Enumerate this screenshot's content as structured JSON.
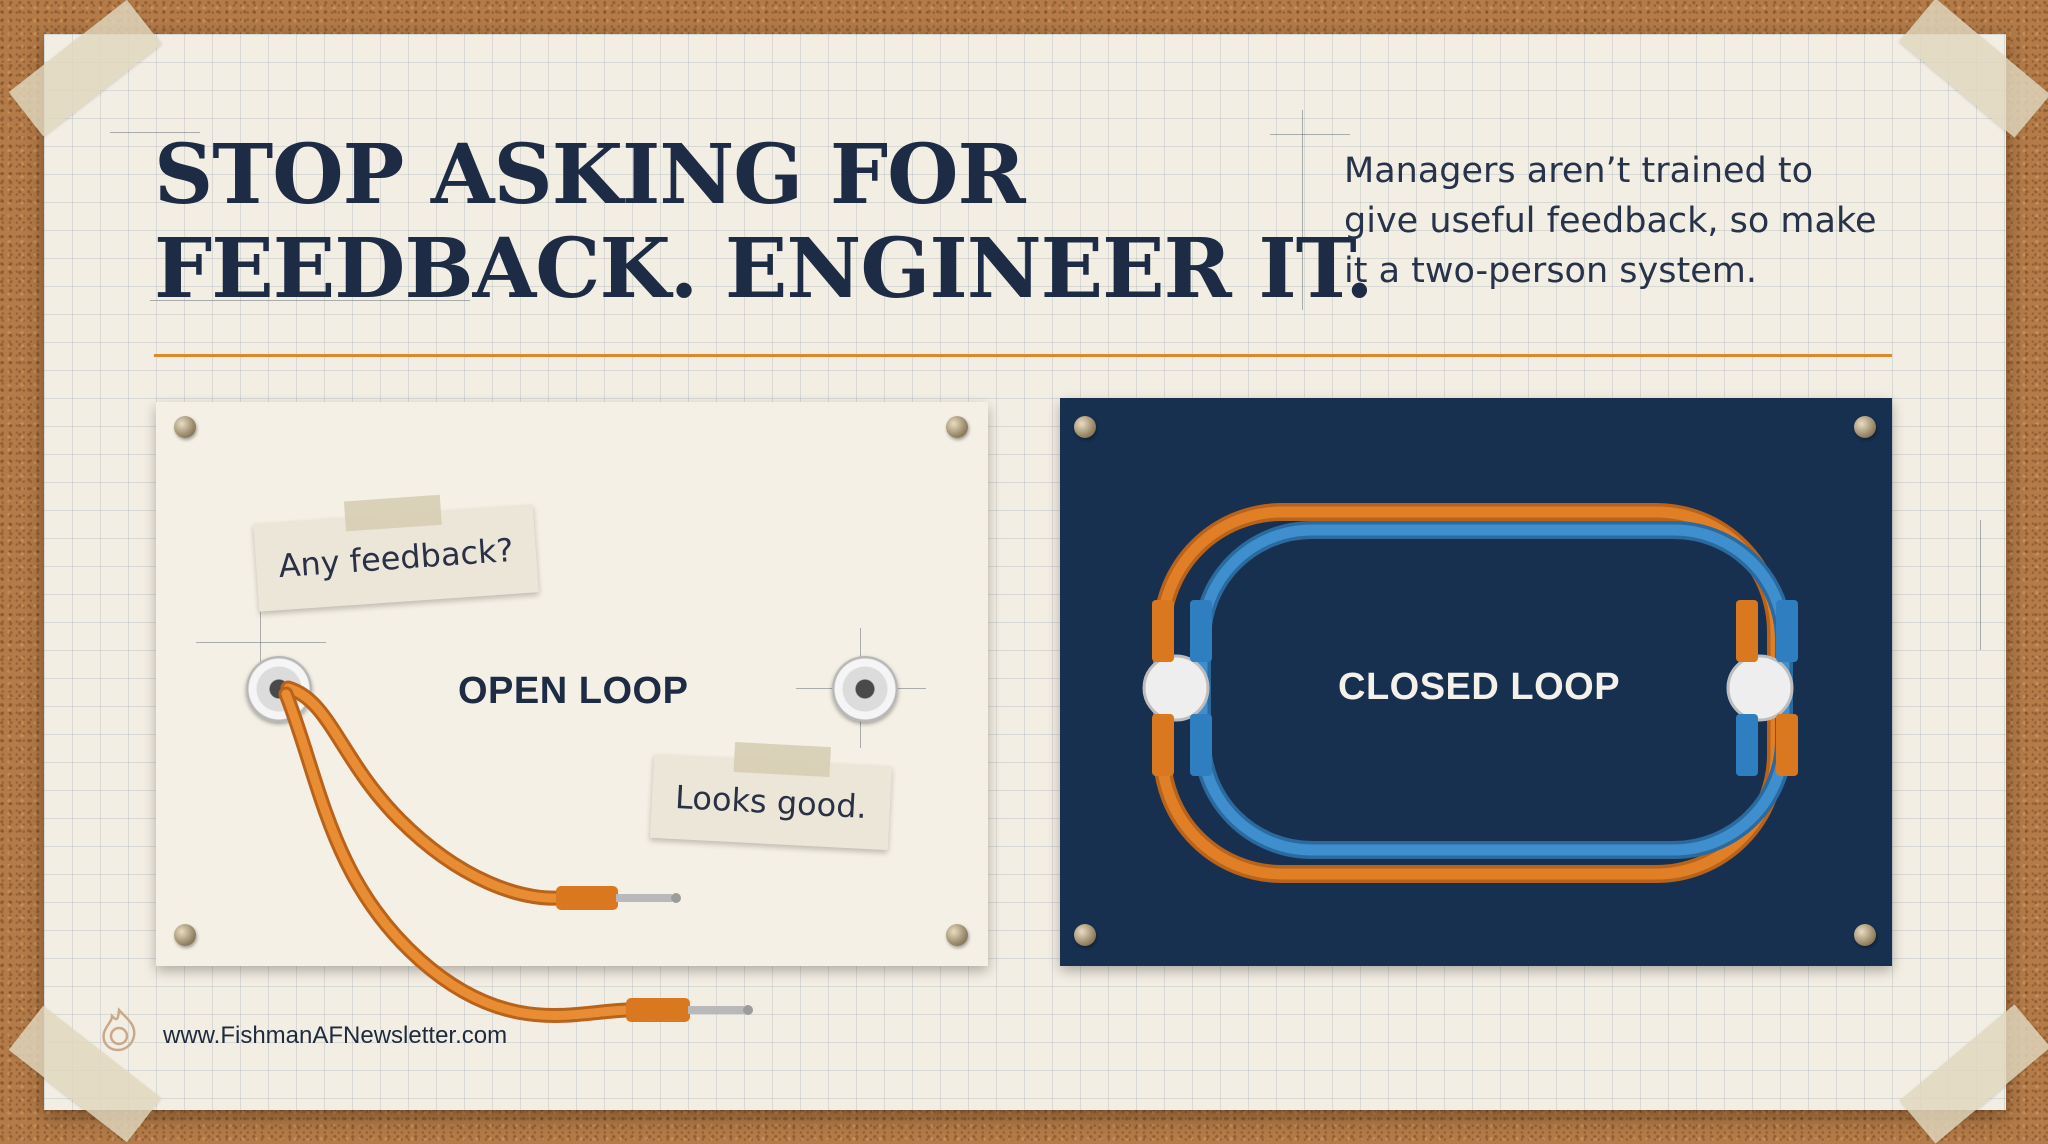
{
  "headline": {
    "line1": "STOP ASKING FOR",
    "line2": "FEEDBACK. ENGINEER IT."
  },
  "subheadline": {
    "line1": "Managers aren’t trained to",
    "line2": "give useful feedback, so make",
    "line3": "it a two-person system."
  },
  "open_loop": {
    "label": "OPEN LOOP",
    "note_question": "Any feedback?",
    "note_answer": "Looks good."
  },
  "closed_loop": {
    "label": "CLOSED LOOP"
  },
  "footer": {
    "url": "www.FishmanAFNewsletter.com"
  },
  "colors": {
    "navy": "#1d2b45",
    "accent_orange": "#d98a2b",
    "cable_orange": "#e07f26",
    "cable_blue": "#3f8fcf",
    "panel_dark": "#17304f"
  }
}
